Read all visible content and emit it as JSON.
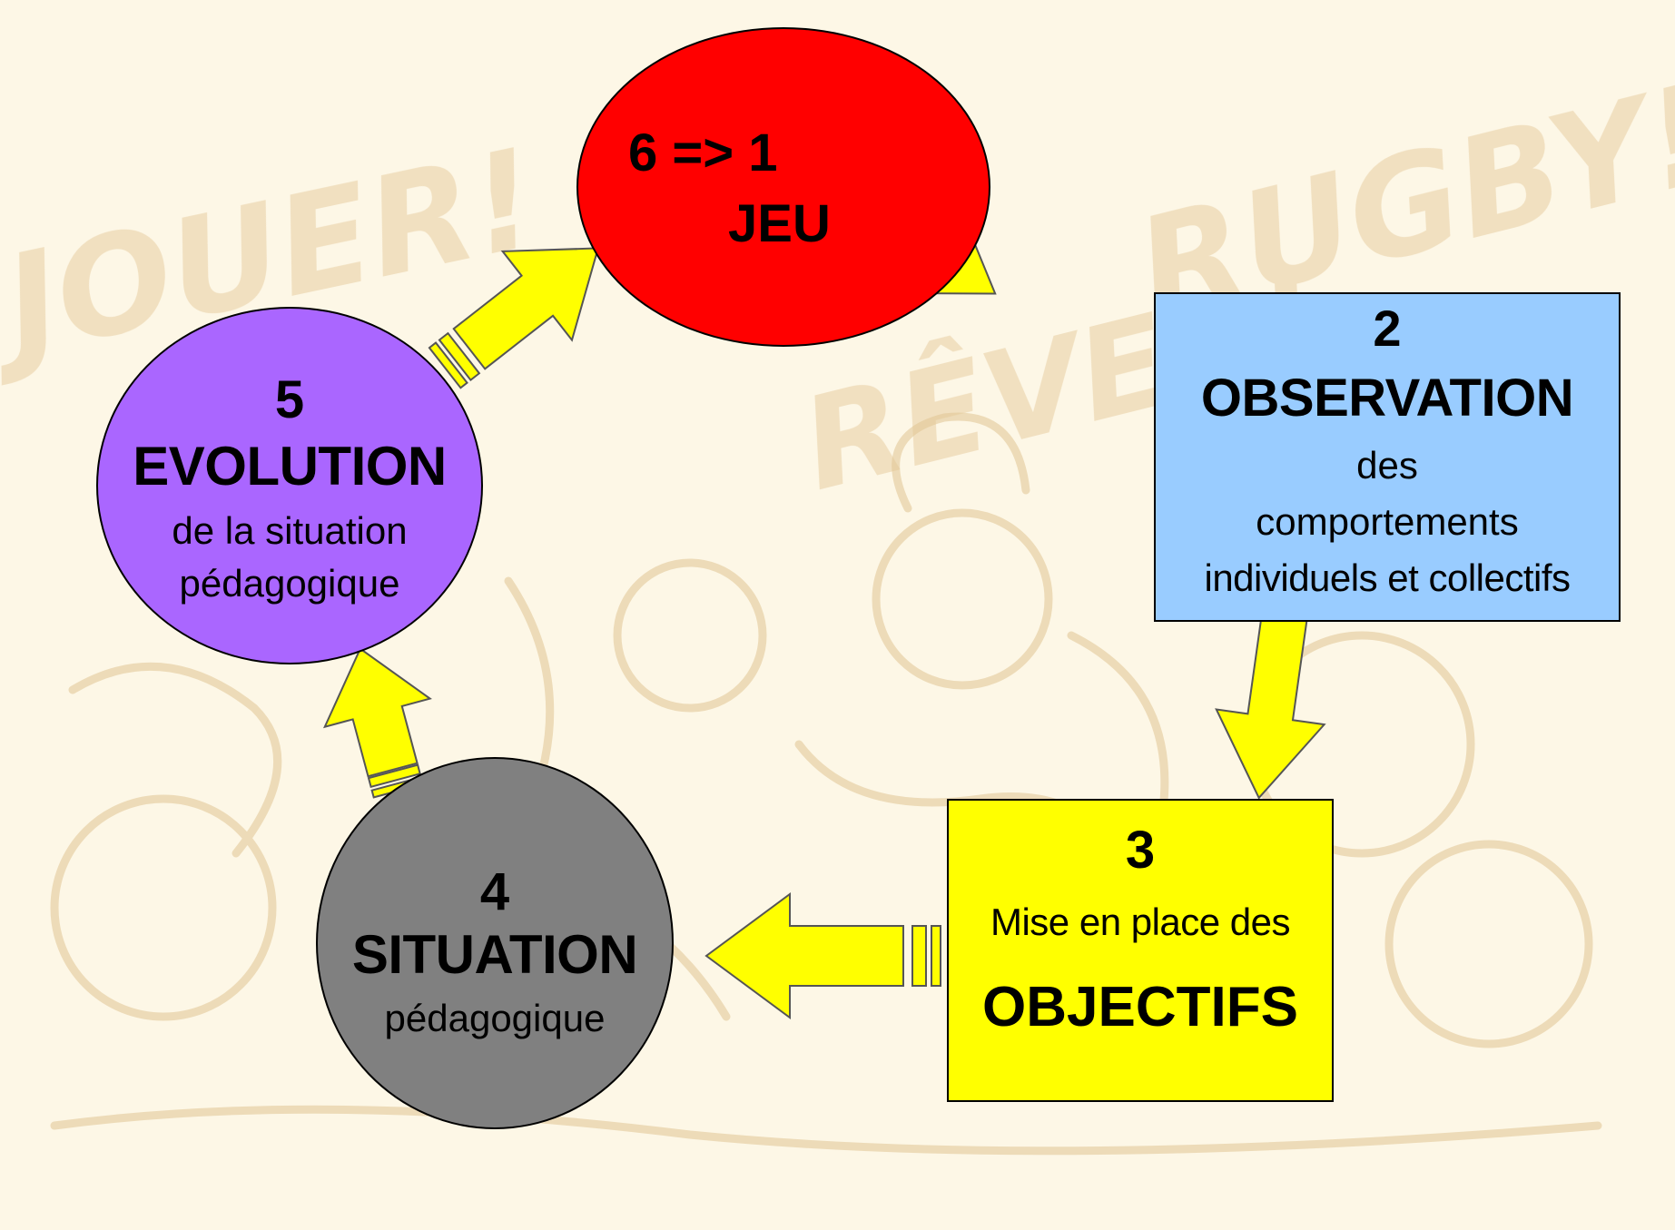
{
  "background": {
    "watermark_words": [
      "JOUER!",
      "RUGBY!",
      "RÊVER!"
    ],
    "colors": {
      "paper": "#fdf7e6",
      "ink": "#d9b070",
      "sketch": "#e0c592"
    }
  },
  "colors": {
    "arrow_fill": "#ffff00",
    "arrow_stroke": "#555555",
    "jeu": "#ff0000",
    "observation": "#99ccff",
    "objectifs": "#ffff00",
    "situation": "#808080",
    "evolution": "#aa66ff"
  },
  "nodes": {
    "jeu": {
      "number": "6 => 1",
      "title": "JEU"
    },
    "observation": {
      "number": "2",
      "title": "OBSERVATION",
      "line1": "des",
      "line2": "comportements",
      "line3": "individuels et collectifs"
    },
    "objectifs": {
      "number": "3",
      "subtitle": "Mise en place des",
      "title": "OBJECTIFS"
    },
    "situation": {
      "number": "4",
      "title": "SITUATION",
      "subtitle": "pédagogique"
    },
    "evolution": {
      "number": "5",
      "title": "EVOLUTION",
      "line1": "de la situation",
      "line2": "pédagogique"
    }
  },
  "arrows": [
    "jeu-to-observation",
    "observation-to-objectifs",
    "objectifs-to-situation",
    "situation-to-evolution",
    "evolution-to-jeu"
  ]
}
